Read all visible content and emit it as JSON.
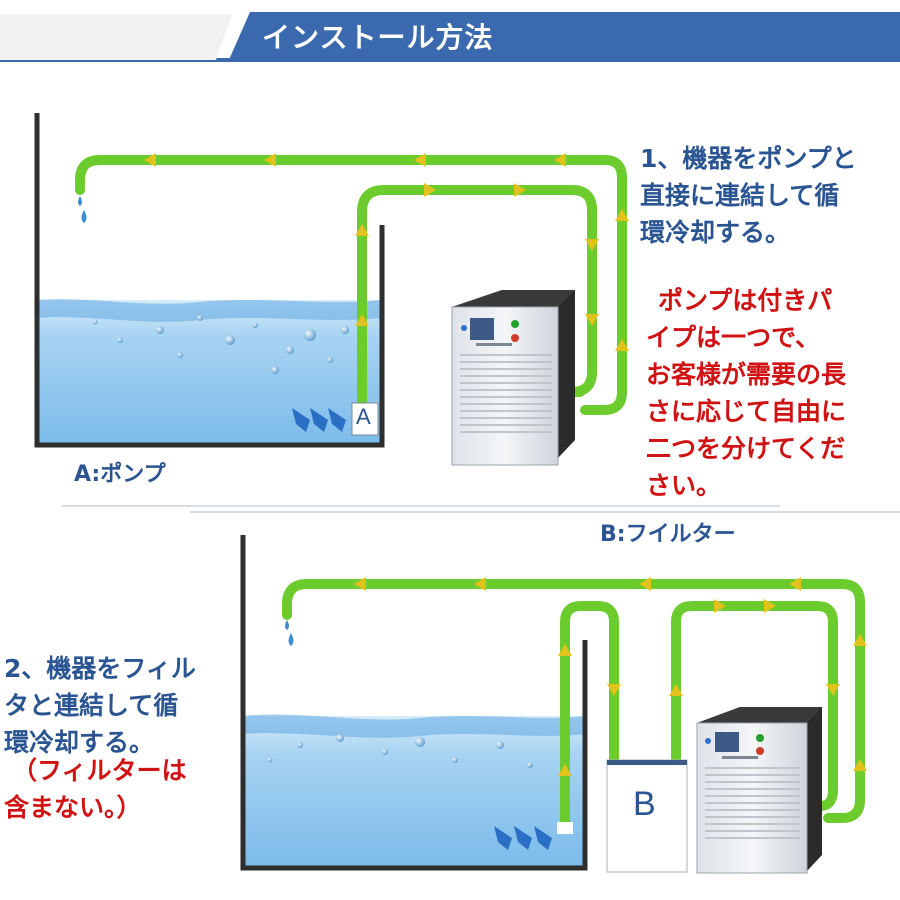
{
  "header": {
    "title": "インストール方法",
    "band_color": "#3a69ad"
  },
  "section1": {
    "note_blue": [
      "1、機器をポンプと",
      "直接に連結して循",
      "環冷却する。"
    ],
    "note_red": [
      "ポンプは付きパ",
      "イプは一つで、",
      "お客様が需要の長",
      "さに応じて自由に",
      "二つを分けてくだ",
      "さい。"
    ],
    "caption": "A:ポンプ",
    "box_label": "A"
  },
  "section2": {
    "caption": "B:フイルター",
    "note_blue": [
      "2、機器をフィル",
      "タと連結して循",
      "環冷却する。"
    ],
    "note_red": [
      "（フィルターは",
      "含まない。）"
    ],
    "box_label": "B"
  },
  "colors": {
    "pipe_green": "#6ccc2e",
    "arrow_yellow": "#e1c21c",
    "water_blue": "#8cc4ec",
    "tank_wall": "#2e2e2e",
    "text_blue": "#2a5592",
    "text_red": "#d01212"
  },
  "icons": [
    "water-drop-icon",
    "flow-arrow-icon",
    "chiller-unit-icon"
  ]
}
